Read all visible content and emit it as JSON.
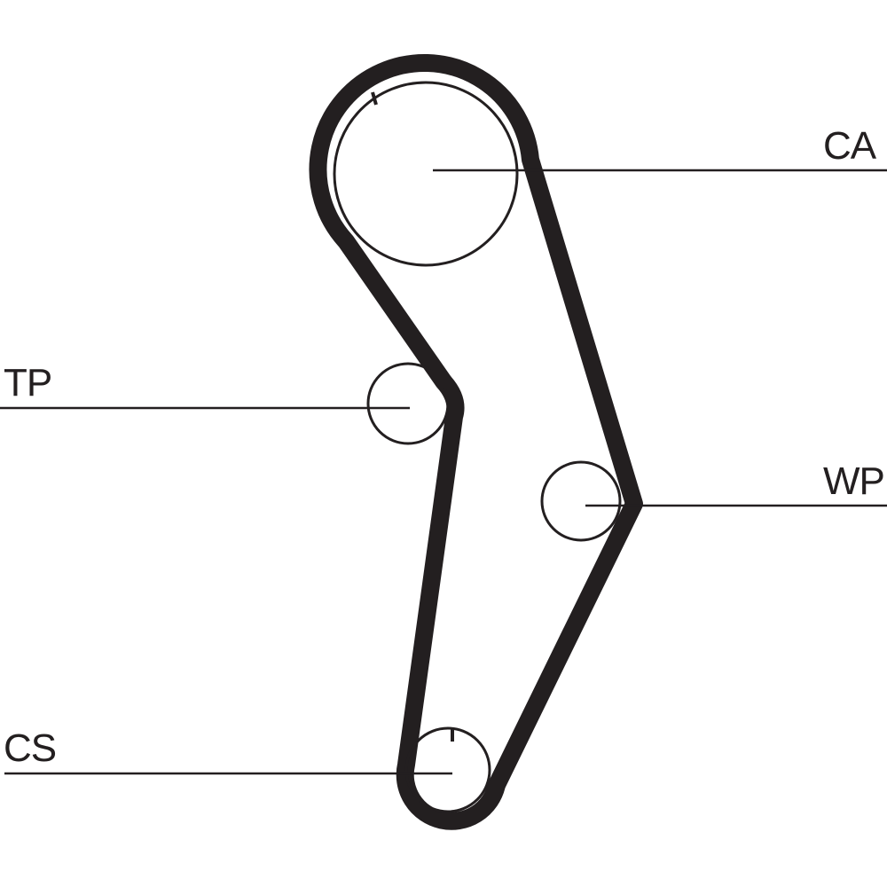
{
  "diagram": {
    "labels": {
      "camshaft": "CA",
      "tensioner": "TP",
      "water_pump": "WP",
      "crankshaft": "CS"
    },
    "colors": {
      "ink": "#231f20",
      "background": "#ffffff"
    }
  }
}
